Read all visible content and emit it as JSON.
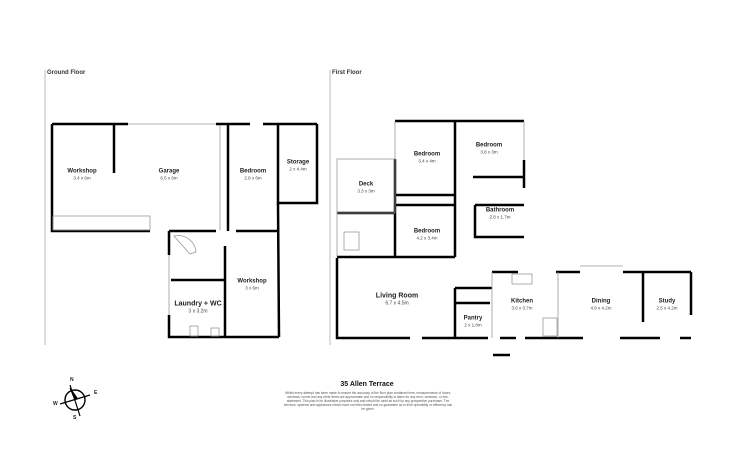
{
  "ground_floor": {
    "title": "Ground Floor",
    "rooms": [
      {
        "name": "Workshop",
        "dims": "3.4 x 6m"
      },
      {
        "name": "Garage",
        "dims": "6.5 x 6m"
      },
      {
        "name": "Bedroom",
        "dims": "2.8 x 6m"
      },
      {
        "name": "Storage",
        "dims": "2 x 4.4m"
      },
      {
        "name": "Workshop",
        "dims": "3 x 6m"
      },
      {
        "name": "Laundry + WC",
        "dims": "3 x 3.2m"
      }
    ]
  },
  "first_floor": {
    "title": "First Floor",
    "rooms": [
      {
        "name": "Deck",
        "dims": "3.3 x 3m"
      },
      {
        "name": "Bedroom",
        "dims": "3.4 x 4m"
      },
      {
        "name": "Bedroom",
        "dims": "3.8 x 3m"
      },
      {
        "name": "Bathroom",
        "dims": "2.8 x 1.7m"
      },
      {
        "name": "Bedroom",
        "dims": "4.2 x 3.4m"
      },
      {
        "name": "Living Room",
        "dims": "6.7 x 4.5m"
      },
      {
        "name": "Kitchen",
        "dims": "3.6 x 3.7m"
      },
      {
        "name": "Pantry",
        "dims": "2 x 1.8m"
      },
      {
        "name": "Dining",
        "dims": "4.9 x 4.2m"
      },
      {
        "name": "Study",
        "dims": "2.5 x 4.2m"
      }
    ]
  },
  "compass": {
    "n": "N",
    "e": "E",
    "s": "S",
    "w": "W"
  },
  "footer": {
    "title": "35 Allen Terrace",
    "disclaimer": "Whilst every attempt has been made to ensure the accuracy of the floor plan contained here, measurements of doors, windows, rooms and any other items are approximate and no responsibility is taken for any error, omission, or mis-statement. This plan is for illustrative purposes only and should be used as such by any prospective purchaser. The services, systems and appliances shown have not been tested and no guarantee as to their operability or efficiency can be given."
  }
}
